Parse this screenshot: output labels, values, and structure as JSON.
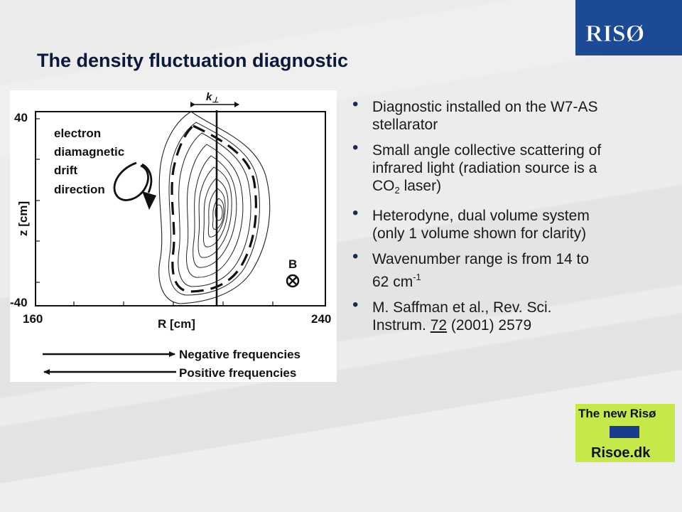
{
  "slide": {
    "title": "The density fluctuation diagnostic",
    "logo_text": "RISØ",
    "colors": {
      "logo_bg": "#1c4a94",
      "title": "#0b1a3a",
      "badge_bg": "#c6e94a",
      "badge_flag": "#1a3c8e"
    }
  },
  "figure": {
    "k_label": "k",
    "k_subscript": "⊥",
    "z_top": "40",
    "z_bottom": "-40",
    "z_axis_label": "z [cm]",
    "r_left": "160",
    "r_right": "240",
    "r_axis_label": "R [cm]",
    "drift_lines": [
      "electron",
      "diamagnetic",
      "drift",
      "direction"
    ],
    "b_label": "B",
    "neg_freq": "Negative frequencies",
    "pos_freq": "Positive frequencies"
  },
  "bullets": {
    "b1": "Diagnostic installed on the W7-AS stellarator",
    "b2_pre": "Small angle collective scattering of infrared light (radiation source is a CO",
    "b2_sub": "2",
    "b2_post": " laser)",
    "b3": "Heterodyne, dual volume system (only 1 volume shown for clarity)",
    "b4_pre": "Wavenumber range is from 14 to 62 cm",
    "b4_sup": "-1",
    "b5_pre": "M. Saffman et al., Rev. Sci. Instrum. ",
    "b5_vol": "72",
    "b5_post": " (2001) 2579"
  },
  "badge": {
    "line1": "The new Risø",
    "line2": "Risoe.dk"
  }
}
